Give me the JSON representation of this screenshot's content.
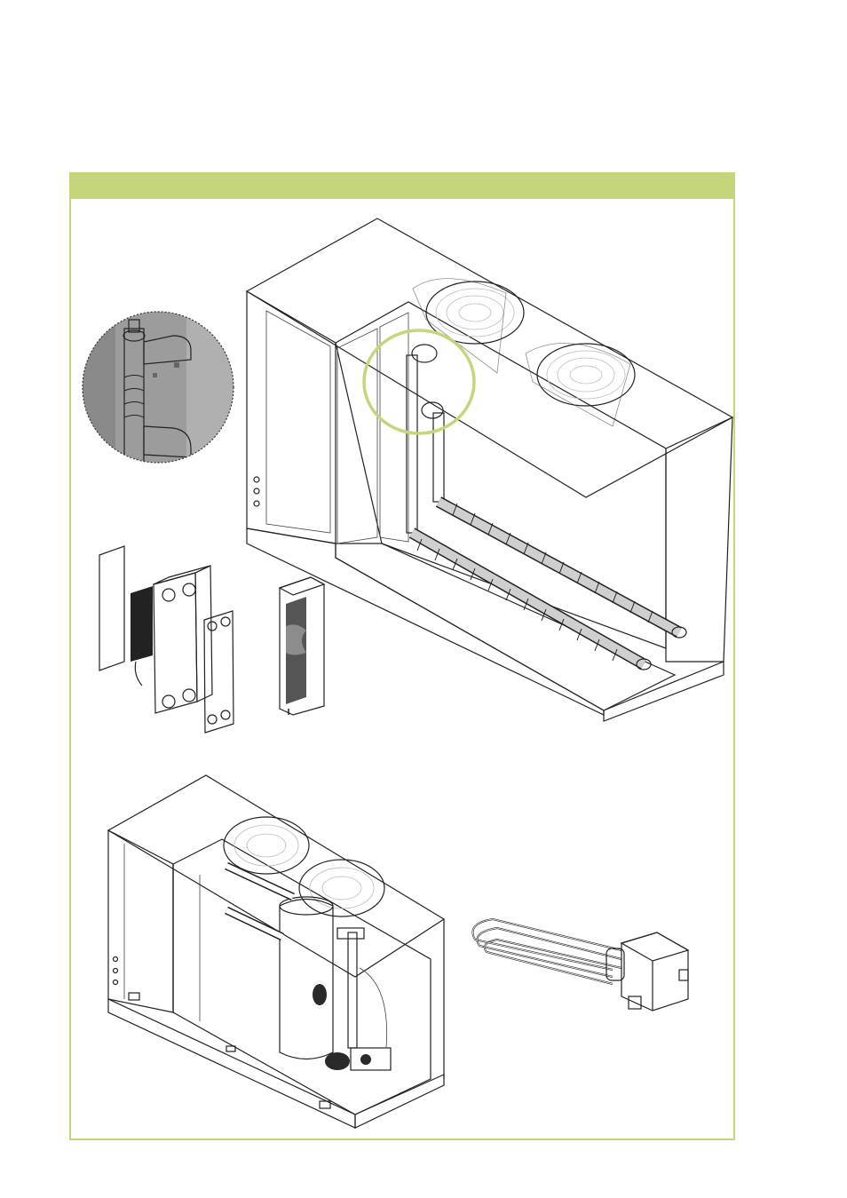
{
  "colors": {
    "accent": "#c3d67a",
    "panel_dark": "#8e8e8e",
    "panel_mid": "#a9a9a9",
    "panel_light": "#d2d2d2",
    "line": "#222222"
  },
  "section": {
    "header_text": ""
  },
  "illustrations": [
    {
      "id": "unit-rear-view",
      "icon": "hvac-unit-icon"
    },
    {
      "id": "detail-magnifier",
      "icon": "pipe-detail-icon"
    },
    {
      "id": "plate-heat-exchanger",
      "icon": "heat-exchanger-icon"
    },
    {
      "id": "insulation-shell",
      "icon": "insulation-icon"
    },
    {
      "id": "unit-tank-view",
      "icon": "hvac-unit-icon"
    },
    {
      "id": "immersion-heater",
      "icon": "heater-icon"
    }
  ]
}
